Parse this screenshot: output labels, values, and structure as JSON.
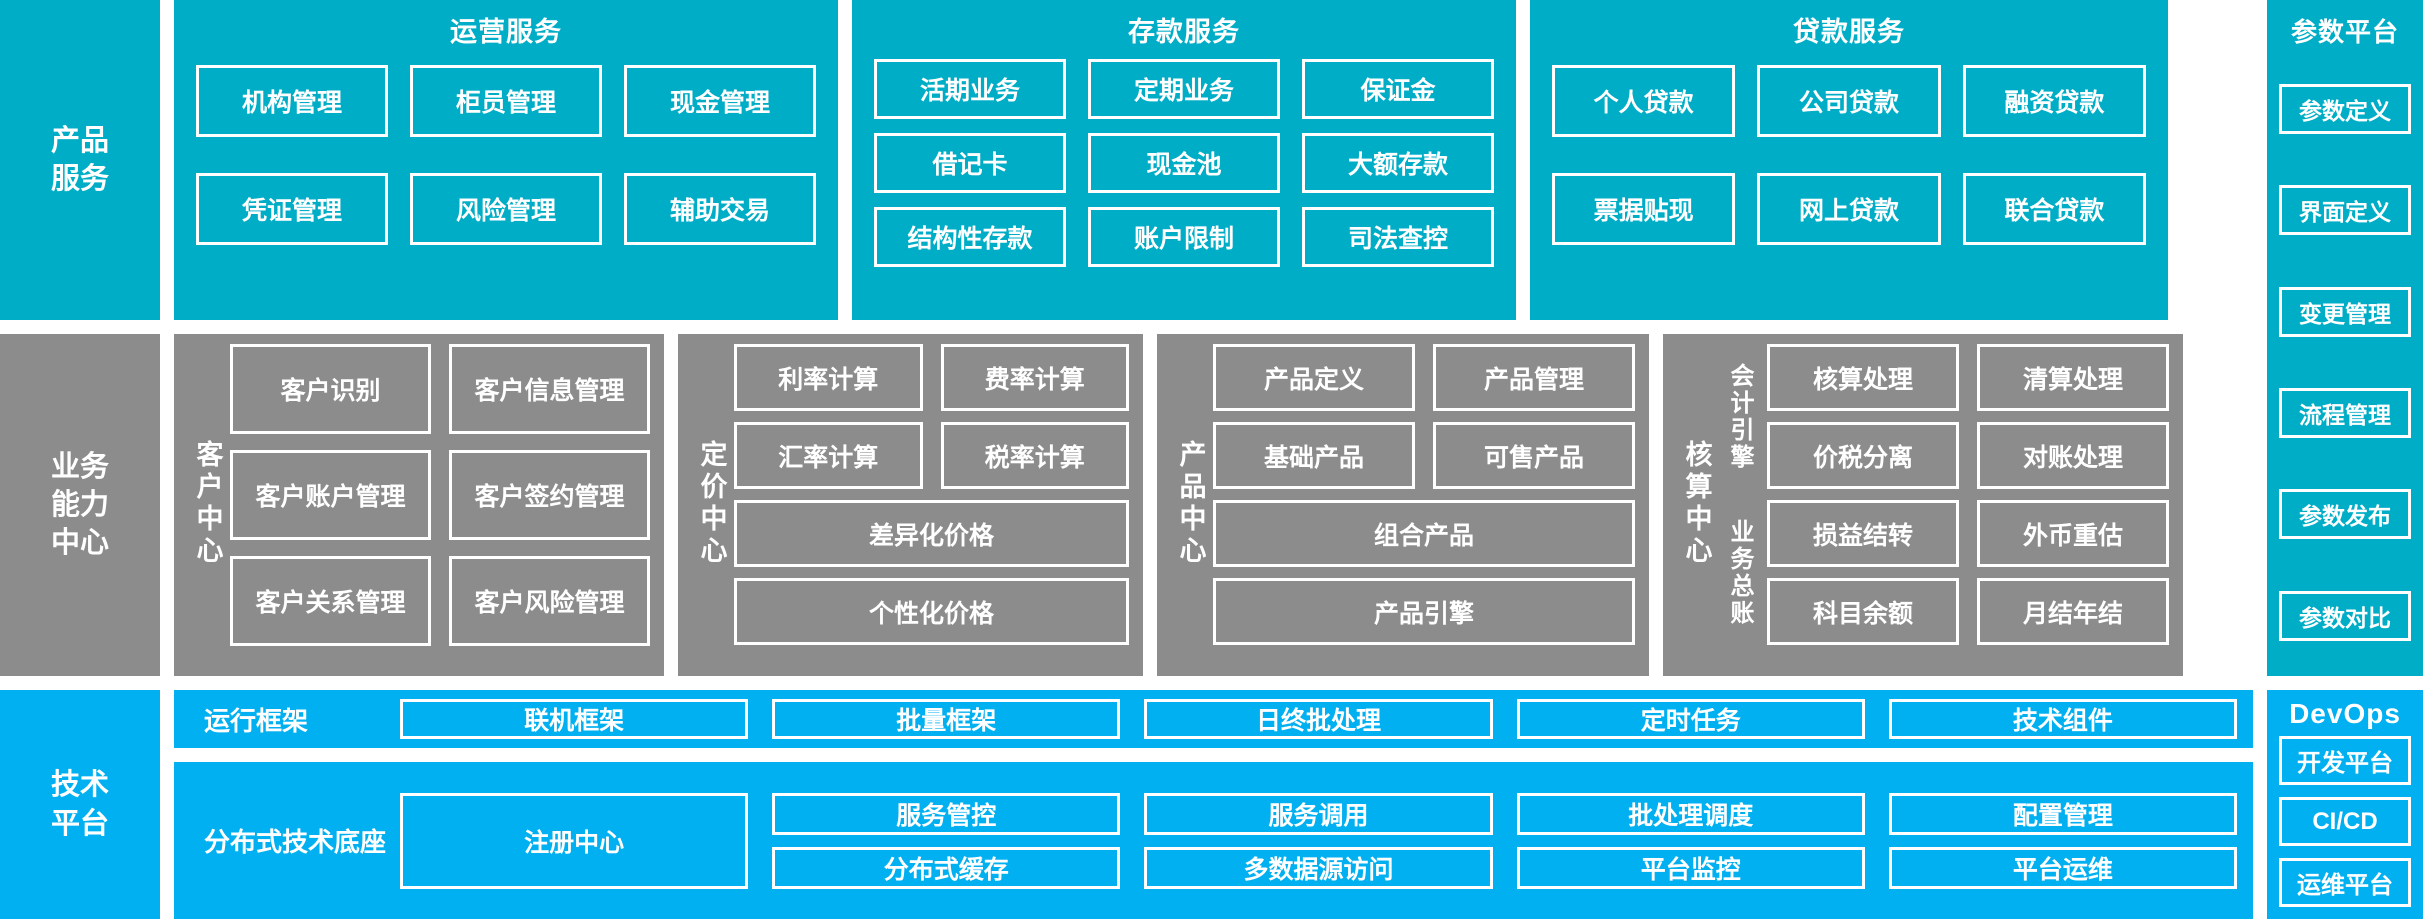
{
  "colors": {
    "teal": "#00ADC6",
    "gray": "#8C8C8C",
    "blue": "#00B0F0",
    "border": "#FFFFFF",
    "background": "#FFFFFF"
  },
  "product_service": {
    "side_label": "产品\n服务",
    "panels": [
      {
        "title": "运营服务",
        "items": [
          "机构管理",
          "柜员管理",
          "现金管理",
          "凭证管理",
          "风险管理",
          "辅助交易"
        ]
      },
      {
        "title": "存款服务",
        "items": [
          "活期业务",
          "定期业务",
          "保证金",
          "借记卡",
          "现金池",
          "大额存款",
          "结构性存款",
          "账户限制",
          "司法查控"
        ]
      },
      {
        "title": "贷款服务",
        "items": [
          "个人贷款",
          "公司贷款",
          "融资贷款",
          "票据贴现",
          "网上贷款",
          "联合贷款"
        ]
      }
    ]
  },
  "param_platform": {
    "title": "参数平台",
    "items": [
      "参数定义",
      "界面定义",
      "变更管理",
      "流程管理",
      "参数发布",
      "参数对比"
    ]
  },
  "business_capability": {
    "side_label": "业务\n能力\n中心",
    "centers": [
      {
        "vlabel": "客户中心",
        "rows": [
          [
            "客户识别",
            "客户信息管理"
          ],
          [
            "客户账户管理",
            "客户签约管理"
          ],
          [
            "客户关系管理",
            "客户风险管理"
          ]
        ]
      },
      {
        "vlabel": "定价中心",
        "rows": [
          [
            "利率计算",
            "费率计算"
          ],
          [
            "汇率计算",
            "税率计算"
          ],
          [
            "差异化价格"
          ],
          [
            "个性化价格"
          ]
        ]
      },
      {
        "vlabel": "产品中心",
        "rows": [
          [
            "产品定义",
            "产品管理"
          ],
          [
            "基础产品",
            "可售产品"
          ],
          [
            "组合产品"
          ],
          [
            "产品引擎"
          ]
        ]
      },
      {
        "vlabel": "核算中心",
        "subgroups": [
          {
            "vlabel": "会计引擎",
            "rows": [
              [
                "核算处理",
                "清算处理"
              ],
              [
                "价税分离",
                "对账处理"
              ]
            ]
          },
          {
            "vlabel": "业务总账",
            "rows": [
              [
                "损益结转",
                "外币重估"
              ],
              [
                "科目余额",
                "月结年结"
              ]
            ]
          }
        ]
      }
    ]
  },
  "tech_platform": {
    "side_label": "技术\n平台",
    "rows": [
      {
        "label": "运行框架",
        "columns": [
          [
            "联机框架"
          ],
          [
            "批量框架"
          ],
          [
            "日终批处理"
          ],
          [
            "定时任务"
          ],
          [
            "技术组件"
          ]
        ]
      },
      {
        "label": "分布式技术底座",
        "columns": [
          [
            "注册中心"
          ],
          [
            "服务管控",
            "分布式缓存"
          ],
          [
            "服务调用",
            "多数据源访问"
          ],
          [
            "批处理调度",
            "平台监控"
          ],
          [
            "配置管理",
            "平台运维"
          ]
        ]
      }
    ]
  },
  "devops": {
    "title": "DevOps",
    "items": [
      "开发平台",
      "CI/CD",
      "运维平台"
    ]
  }
}
